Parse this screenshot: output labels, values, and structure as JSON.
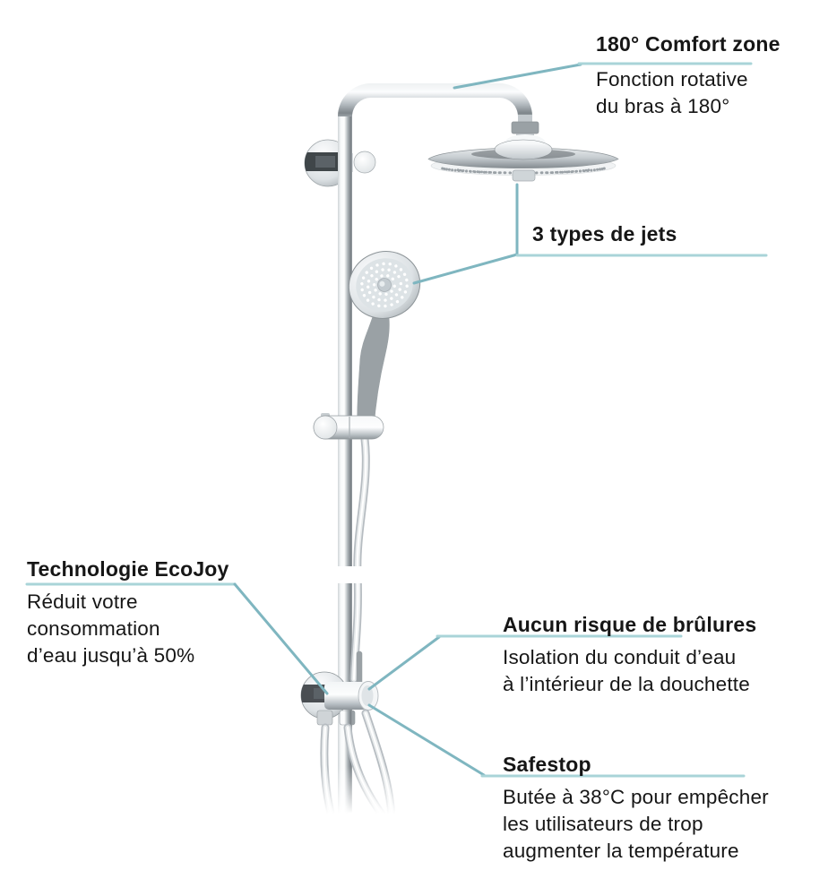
{
  "callouts": {
    "comfort_zone": {
      "title": "180° Comfort zone",
      "lines": [
        "Fonction rotative",
        "du bras à 180°"
      ]
    },
    "jets": {
      "title": "3 types de jets"
    },
    "ecojoy": {
      "title": "Technologie EcoJoy",
      "lines": [
        "Réduit votre",
        "consommation",
        "d’eau jusqu’à 50%"
      ]
    },
    "brulures": {
      "title": "Aucun risque de brûlures",
      "lines": [
        "Isolation du conduit d’eau",
        "à l’intérieur de la douchette"
      ]
    },
    "safestop": {
      "title": "Safestop",
      "lines": [
        "Butée à 38°C pour empêcher",
        "les utilisateurs de trop",
        "augmenter la température"
      ]
    }
  },
  "colors": {
    "text": "#161616",
    "background": "#ffffff",
    "leader_light": "#a9d4d8",
    "leader_dark": "#7fb6c0"
  }
}
